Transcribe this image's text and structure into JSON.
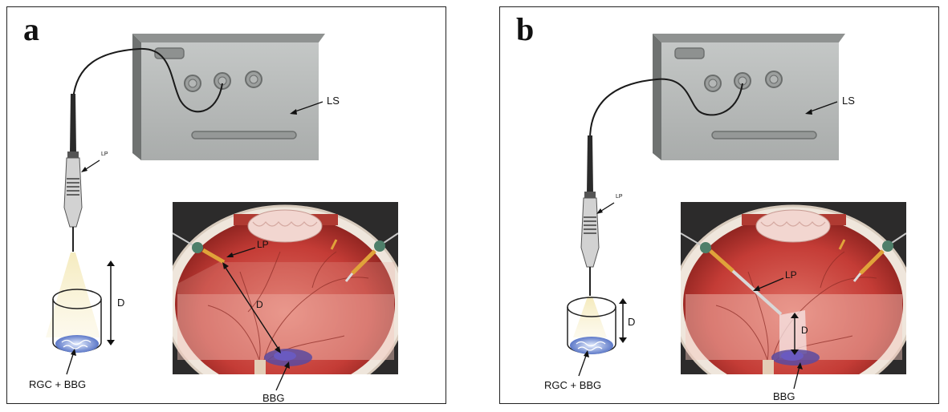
{
  "panels": [
    {
      "letter": "a",
      "labels": {
        "light_source": "LS",
        "light_probe": "LP",
        "distance": "D",
        "sample": "RGC + BBG",
        "eye_probe": "LP",
        "eye_distance": "D",
        "dye": "BBG"
      }
    },
    {
      "letter": "b",
      "labels": {
        "light_source": "LS",
        "light_probe": "LP",
        "distance": "D",
        "sample": "RGC + BBG",
        "eye_probe": "LP",
        "eye_distance": "D",
        "dye": "BBG"
      }
    }
  ],
  "colors": {
    "box_front": "#b9bcbb",
    "box_top": "#8f9291",
    "box_side": "#6f7271",
    "eye_background": "#2c2b2b",
    "retina": "#c8403c",
    "sclera": "#efe6dc",
    "dye": "#5a4aa0",
    "light_cone": "#f6edc4",
    "probe_tip": "#e0a33a"
  }
}
